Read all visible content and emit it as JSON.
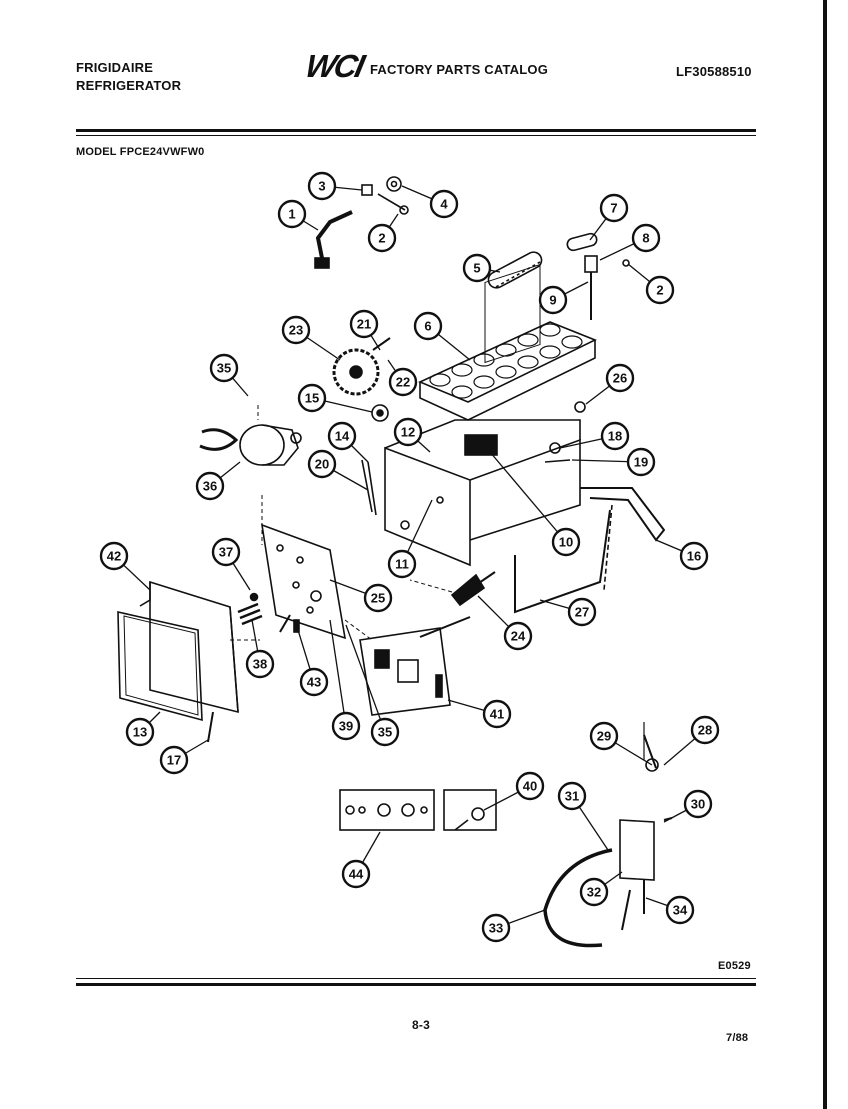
{
  "header": {
    "brand_line1": "FRIGIDAIRE",
    "brand_line2": "REFRIGERATOR",
    "logo_text": "WCI",
    "catalog_title": "FACTORY PARTS CATALOG",
    "catalog_number": "LF30588510",
    "model": "MODEL FPCE24VWFW0"
  },
  "footer": {
    "diagram_code": "E0529",
    "page": "8-3",
    "date": "7/88"
  },
  "callouts": [
    "1",
    "2",
    "3",
    "4",
    "5",
    "6",
    "7",
    "8",
    "9",
    "2",
    "23",
    "21",
    "22",
    "35",
    "15",
    "14",
    "12",
    "26",
    "18",
    "19",
    "20",
    "36",
    "10",
    "11",
    "16",
    "37",
    "42",
    "25",
    "24",
    "27",
    "38",
    "43",
    "39",
    "35",
    "41",
    "13",
    "17",
    "29",
    "28",
    "40",
    "31",
    "30",
    "44",
    "32",
    "33",
    "34"
  ],
  "colors": {
    "ink": "#111111",
    "paper": "#ffffff"
  }
}
